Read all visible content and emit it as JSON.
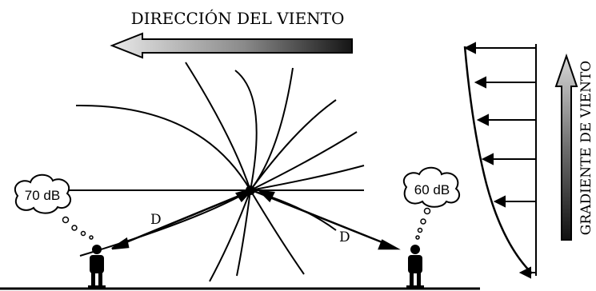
{
  "wind_direction_label": "DIRECCIÓN DEL VIENTO",
  "wind_gradient_label": "GRADIENTE DE VIENTO",
  "left_listener": {
    "level": "70 dB"
  },
  "right_listener": {
    "level": "60 dB"
  },
  "distance_label_left": "D",
  "distance_label_right": "D",
  "colors": {
    "ink": "#000000",
    "arrow_light": "#e6e6e6",
    "arrow_dark": "#1a1a1a"
  },
  "icons": [
    "wind-arrow-left-icon",
    "wind-gradient-up-icon",
    "person-icon",
    "thought-cloud-icon"
  ]
}
